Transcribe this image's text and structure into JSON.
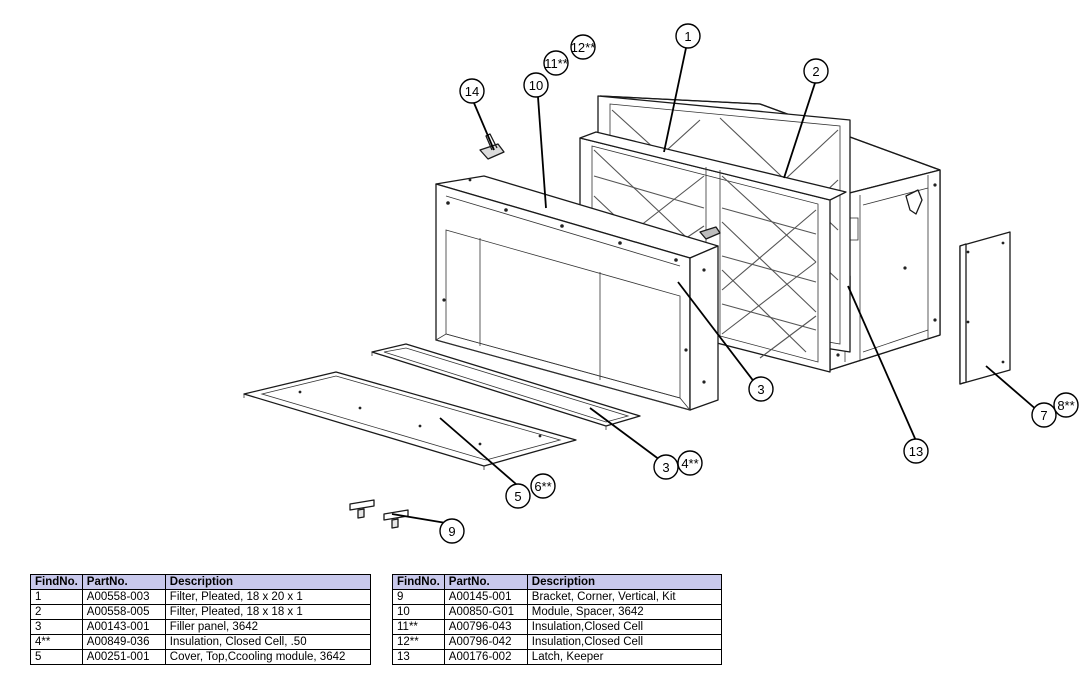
{
  "diagram": {
    "callouts": [
      {
        "id": "c1",
        "label": "1"
      },
      {
        "id": "c2",
        "label": "2"
      },
      {
        "id": "c3a",
        "label": "3"
      },
      {
        "id": "c3b",
        "label": "3"
      },
      {
        "id": "c4",
        "label": "4**"
      },
      {
        "id": "c5",
        "label": "5"
      },
      {
        "id": "c6",
        "label": "6**"
      },
      {
        "id": "c7",
        "label": "7"
      },
      {
        "id": "c8",
        "label": "8**"
      },
      {
        "id": "c9",
        "label": "9"
      },
      {
        "id": "c10",
        "label": "10"
      },
      {
        "id": "c11",
        "label": "11**"
      },
      {
        "id": "c12",
        "label": "12**"
      },
      {
        "id": "c13",
        "label": "13"
      },
      {
        "id": "c14",
        "label": "14"
      }
    ]
  },
  "parts_table_left": {
    "headers": [
      "FindNo.",
      "PartNo.",
      "Description"
    ],
    "rows": [
      {
        "find": "1",
        "part": "A00558-003",
        "desc": "Filter, Pleated, 18 x 20 x 1"
      },
      {
        "find": "2",
        "part": "A00558-005",
        "desc": "Filter, Pleated, 18 x 18 x 1"
      },
      {
        "find": "3",
        "part": "A00143-001",
        "desc": "Filler panel, 3642"
      },
      {
        "find": "4**",
        "part": "A00849-036",
        "desc": "Insulation, Closed Cell, .50"
      },
      {
        "find": "5",
        "part": "A00251-001",
        "desc": "Cover, Top,Ccooling module, 3642"
      }
    ]
  },
  "parts_table_right": {
    "headers": [
      "FindNo.",
      "PartNo.",
      "Description"
    ],
    "rows": [
      {
        "find": "9",
        "part": "A00145-001",
        "desc": "Bracket, Corner, Vertical, Kit"
      },
      {
        "find": "10",
        "part": "A00850-G01",
        "desc": "Module, Spacer, 3642"
      },
      {
        "find": "11**",
        "part": "A00796-043",
        "desc": "Insulation,Closed Cell"
      },
      {
        "find": "12**",
        "part": "A00796-042",
        "desc": "Insulation,Closed Cell"
      },
      {
        "find": "13",
        "part": "A00176-002",
        "desc": "Latch, Keeper"
      }
    ]
  }
}
